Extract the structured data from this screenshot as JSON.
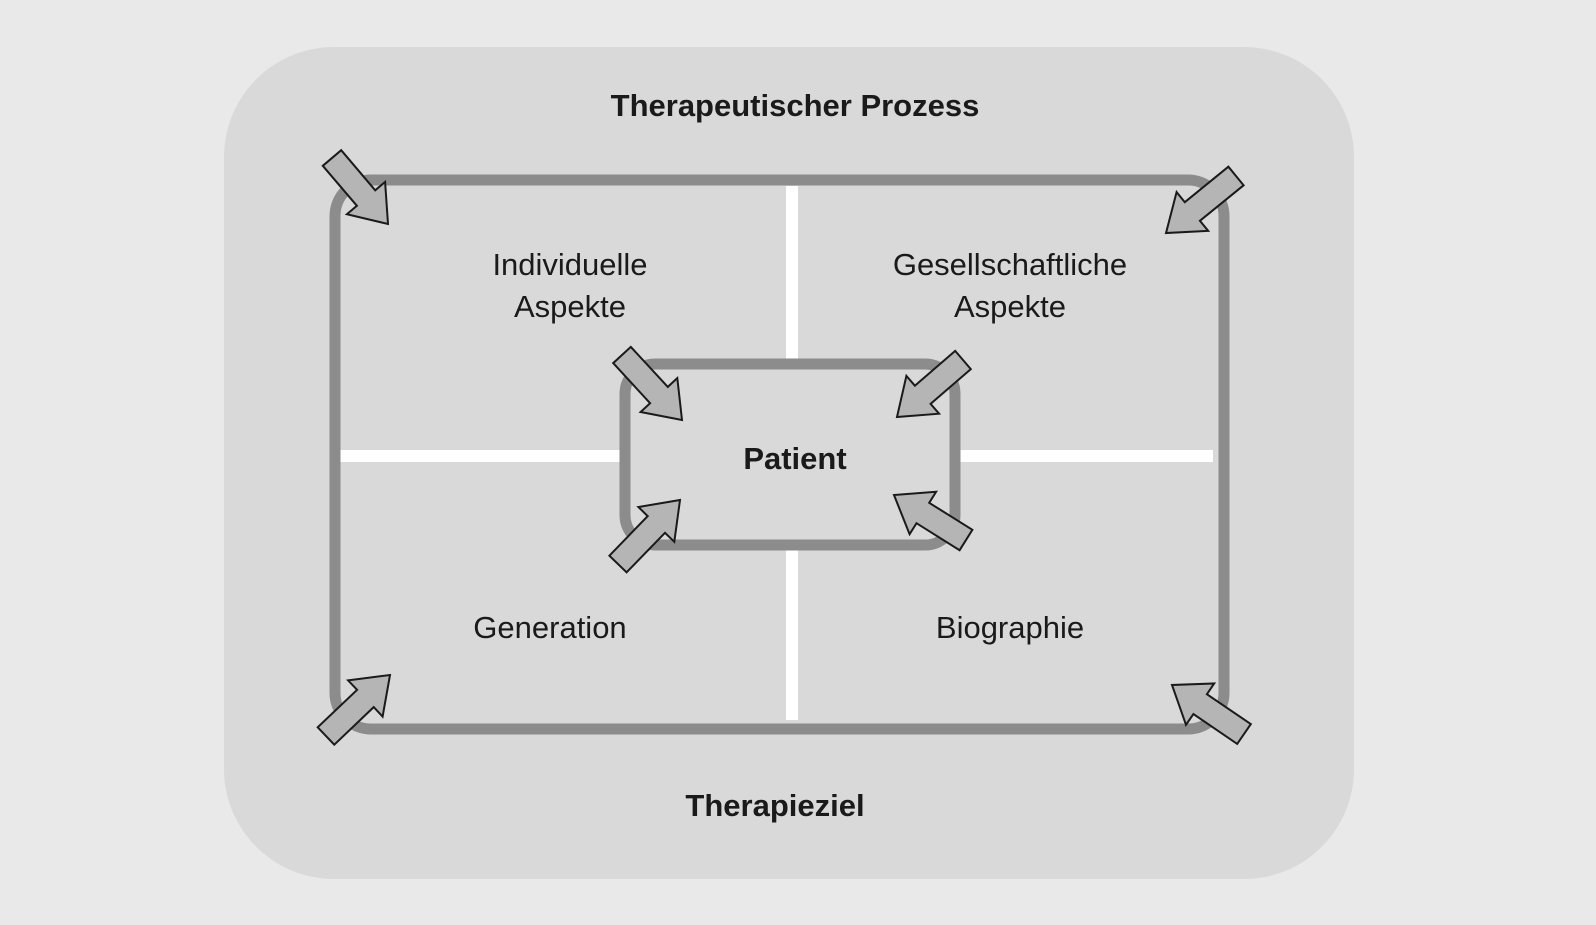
{
  "diagram": {
    "outer_title": "Therapeutischer Prozess",
    "outer_footer": "Therapieziel",
    "center": "Patient",
    "quadrants": {
      "top_left": [
        "Individuelle",
        "Aspekte"
      ],
      "top_right": [
        "Gesellschaftliche",
        "Aspekte"
      ],
      "bottom_left": "Generation",
      "bottom_right": "Biographie"
    }
  },
  "colors": {
    "page_background": "#e9e9e9",
    "panel_fill": "#d9d9d9",
    "frame_stroke": "#8c8c8c",
    "divider": "#ffffff",
    "arrow_fill": "#b5b5b5",
    "arrow_outline": "#1a1a1a",
    "text": "#1a1a1a"
  }
}
